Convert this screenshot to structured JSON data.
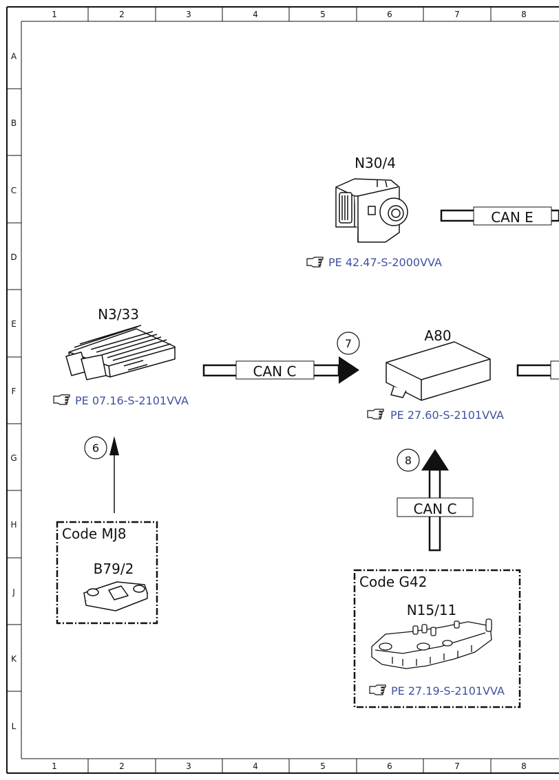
{
  "frame": {
    "columns": [
      "1",
      "2",
      "3",
      "4",
      "5",
      "6",
      "7",
      "8"
    ],
    "rows": [
      "A",
      "B",
      "C",
      "D",
      "E",
      "F",
      "G",
      "H",
      "J",
      "K",
      "L"
    ]
  },
  "components": {
    "n30_4": {
      "label": "N30/4",
      "ref": "PE 42.47-S-2000VVA"
    },
    "n3_33": {
      "label": "N3/33",
      "ref": "PE 07.16-S-2101VVA"
    },
    "a80": {
      "label": "A80",
      "ref": "PE 27.60-S-2101VVA"
    },
    "n15_11": {
      "label": "N15/11",
      "ref": "PE 27.19-S-2101VVA"
    },
    "b79_2": {
      "label": "B79/2"
    }
  },
  "buses": {
    "can_e": "CAN E",
    "can_c_horizontal": "CAN C",
    "can_c_vertical": "CAN C"
  },
  "codes": {
    "mj8": "Code MJ8",
    "g42": "Code G42"
  },
  "callouts": {
    "six": "6",
    "seven": "7",
    "eight": "8"
  },
  "colors": {
    "reference_link": "#3f51a0",
    "line": "#111111"
  },
  "icons": {
    "reference": "pointing-hand-icon"
  }
}
